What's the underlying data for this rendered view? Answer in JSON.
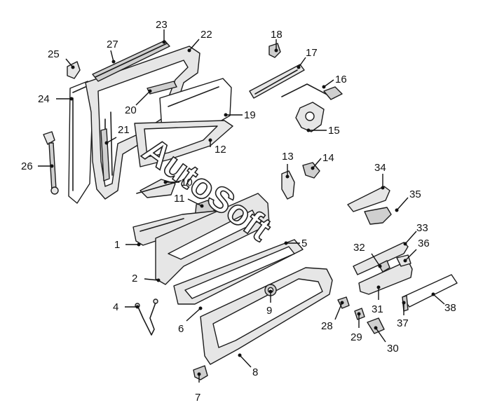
{
  "diagram": {
    "watermark": "AutoSoft",
    "callouts": [
      "1",
      "2",
      "4",
      "5",
      "6",
      "7",
      "8",
      "9",
      "10",
      "11",
      "12",
      "13",
      "14",
      "15",
      "16",
      "17",
      "18",
      "19",
      "20",
      "21",
      "22",
      "23",
      "24",
      "25",
      "26",
      "27",
      "28",
      "29",
      "30",
      "31",
      "32",
      "33",
      "34",
      "35",
      "36",
      "37",
      "38"
    ]
  }
}
